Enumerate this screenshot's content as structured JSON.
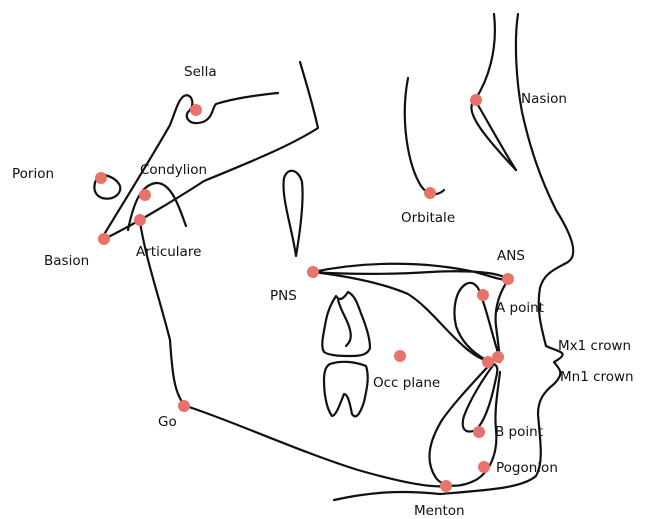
{
  "colors": {
    "landmark": "#e8736b",
    "outline": "#111111",
    "background": "#ffffff"
  },
  "landmarks": [
    {
      "id": "sella",
      "label": "Sella"
    },
    {
      "id": "porion",
      "label": "Porion"
    },
    {
      "id": "condylion",
      "label": "Condylion"
    },
    {
      "id": "basion",
      "label": "Basion"
    },
    {
      "id": "articulare",
      "label": "Articulare"
    },
    {
      "id": "orbitale",
      "label": "Orbitale"
    },
    {
      "id": "nasion",
      "label": "Nasion"
    },
    {
      "id": "ans",
      "label": "ANS"
    },
    {
      "id": "pns",
      "label": "PNS"
    },
    {
      "id": "a-point",
      "label": "A point"
    },
    {
      "id": "mx1-crown",
      "label": "Mx1 crown"
    },
    {
      "id": "mn1-crown",
      "label": "Mn1 crown"
    },
    {
      "id": "occ-plane",
      "label": "Occ plane"
    },
    {
      "id": "go",
      "label": "Go"
    },
    {
      "id": "b-point",
      "label": "B point"
    },
    {
      "id": "pogonion",
      "label": "Pogonion"
    },
    {
      "id": "menton",
      "label": "Menton"
    }
  ]
}
